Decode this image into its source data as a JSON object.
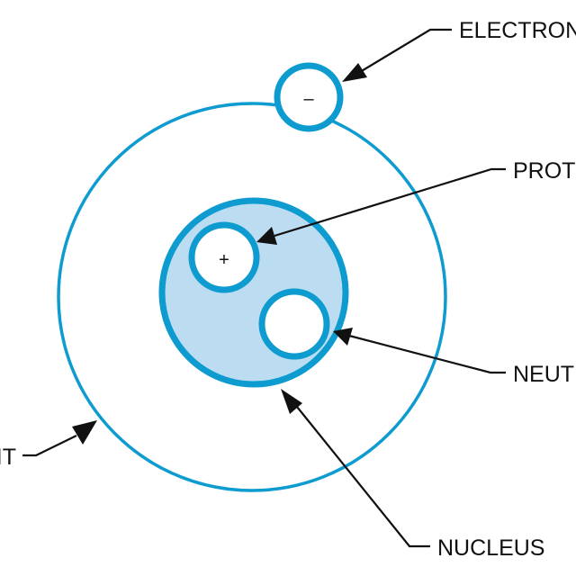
{
  "diagram": {
    "colors": {
      "orbit": "#0d9bd0",
      "nucleus_fill": "#bcdcf1",
      "particle_fill": "#ffffff",
      "ink": "#111111"
    },
    "particles": {
      "electron_sign": "–",
      "proton_sign": "+"
    },
    "labels": {
      "electron": "ELECTRON",
      "proton": "PROTON",
      "neutron": "NEUTRON",
      "nucleus": "NUCLEUS",
      "orbit": "ORBIT"
    }
  }
}
